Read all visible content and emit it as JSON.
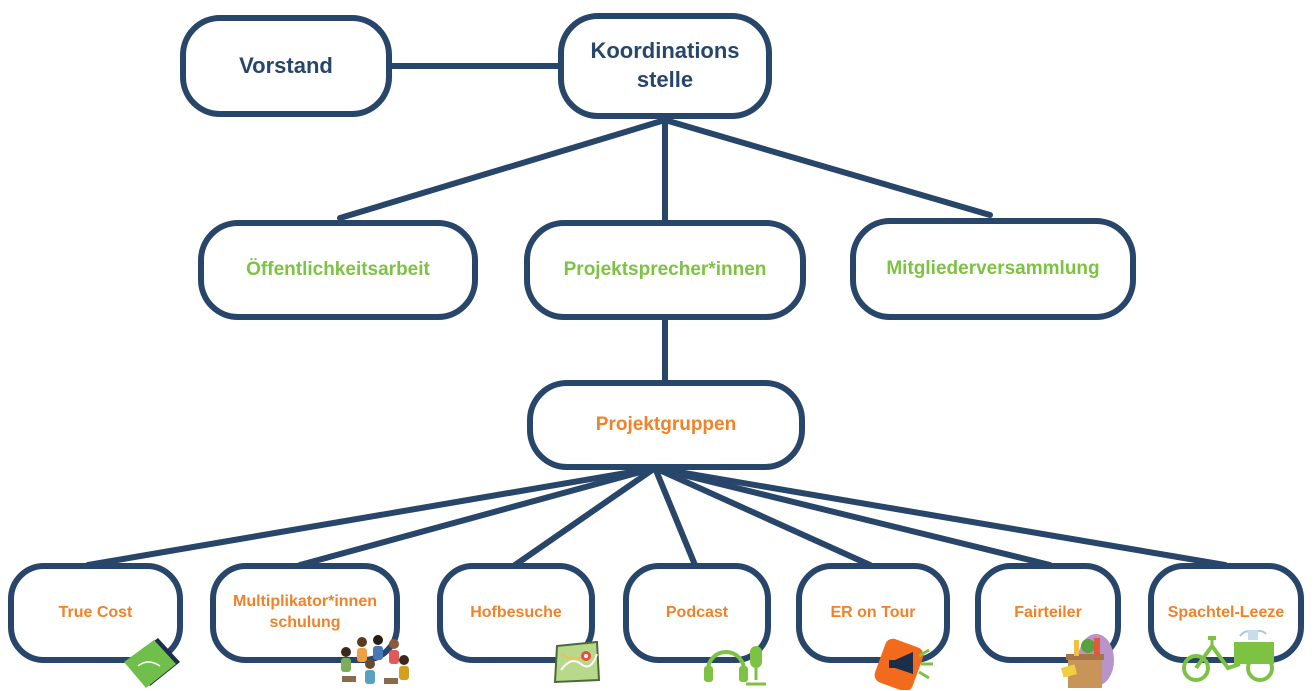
{
  "colors": {
    "border": "#27466a",
    "navy_text": "#27466a",
    "green_text": "#7ec244",
    "orange_text": "#f28128"
  },
  "nodes": {
    "vorstand": "Vorstand",
    "koordinationsstelle": "Koordinations\nstelle",
    "oeffentlichkeitsarbeit": "Öffentlichkeitsarbeit",
    "projektsprecher": "Projektsprecher*innen",
    "mitgliederversammlung": "Mitgliederversammlung",
    "projektgruppen": "Projektgruppen"
  },
  "projects": [
    {
      "label": "True Cost",
      "icon": "book-icon"
    },
    {
      "label": "Multiplikator*innen\nschulung",
      "icon": "people-group-icon"
    },
    {
      "label": "Hofbesuche",
      "icon": "map-pin-icon"
    },
    {
      "label": "Podcast",
      "icon": "headset-mic-icon"
    },
    {
      "label": "ER on Tour",
      "icon": "megaphone-icon"
    },
    {
      "label": "Fairteiler",
      "icon": "grocery-bag-icon"
    },
    {
      "label": "Spachtel-Leeze",
      "icon": "cargo-bike-icon"
    }
  ]
}
